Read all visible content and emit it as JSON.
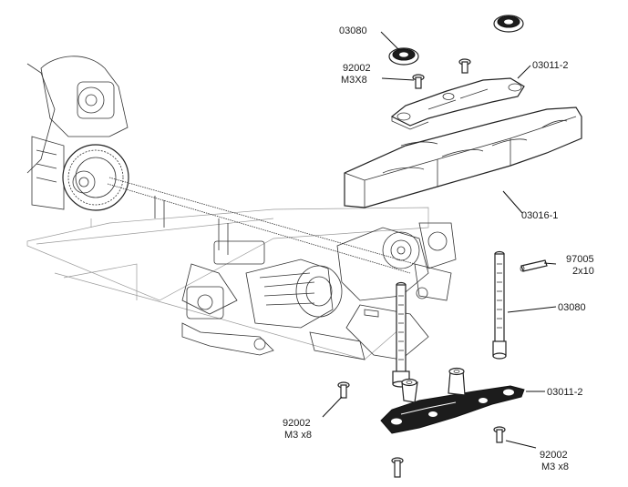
{
  "callouts": {
    "c1": "03080",
    "c2_line1": "92002",
    "c2_line2": "M3X8",
    "c3": "03011-2",
    "c4": "03016-1",
    "c5_line1": "97005",
    "c5_line2": "2x10",
    "c6": "03080",
    "c7": "03011-2",
    "c8_line1": "92002",
    "c8_line2": "M3 x8",
    "c9_line1": "92002",
    "c9_line2": "M3 x8"
  }
}
